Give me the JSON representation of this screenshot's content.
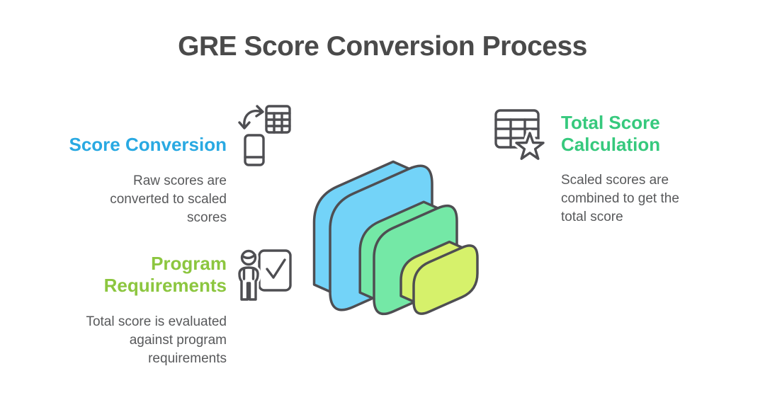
{
  "title": "GRE Score Conversion Process",
  "colors": {
    "title_text": "#4A4A4A",
    "body_text": "#58595B",
    "icon_outline": "#4E4E52",
    "blue_heading": "#29A9E2",
    "lime_heading": "#8CC63F",
    "green_heading": "#36C97D",
    "cube_blue": "#73D3F8",
    "cube_green": "#74E8A6",
    "cube_yellow": "#D6F16B",
    "cube_outline": "#4E4E52",
    "icon_fill": "#FFFFFF"
  },
  "sections": {
    "score_conversion": {
      "heading": "Score Conversion",
      "body": "Raw scores are converted to scaled scores",
      "icon": "swap-table-phone-icon"
    },
    "program_requirements": {
      "heading": "Program Requirements",
      "body": "Total score is evaluated against program requirements",
      "icon": "person-checklist-icon"
    },
    "total_score_calculation": {
      "heading": "Total Score Calculation",
      "body": "Scaled scores are combined to get the total score",
      "icon": "table-star-icon"
    }
  },
  "illustration": {
    "name": "stacked-rounded-squares",
    "layers": [
      "blue-large",
      "green-medium",
      "yellow-small"
    ]
  }
}
